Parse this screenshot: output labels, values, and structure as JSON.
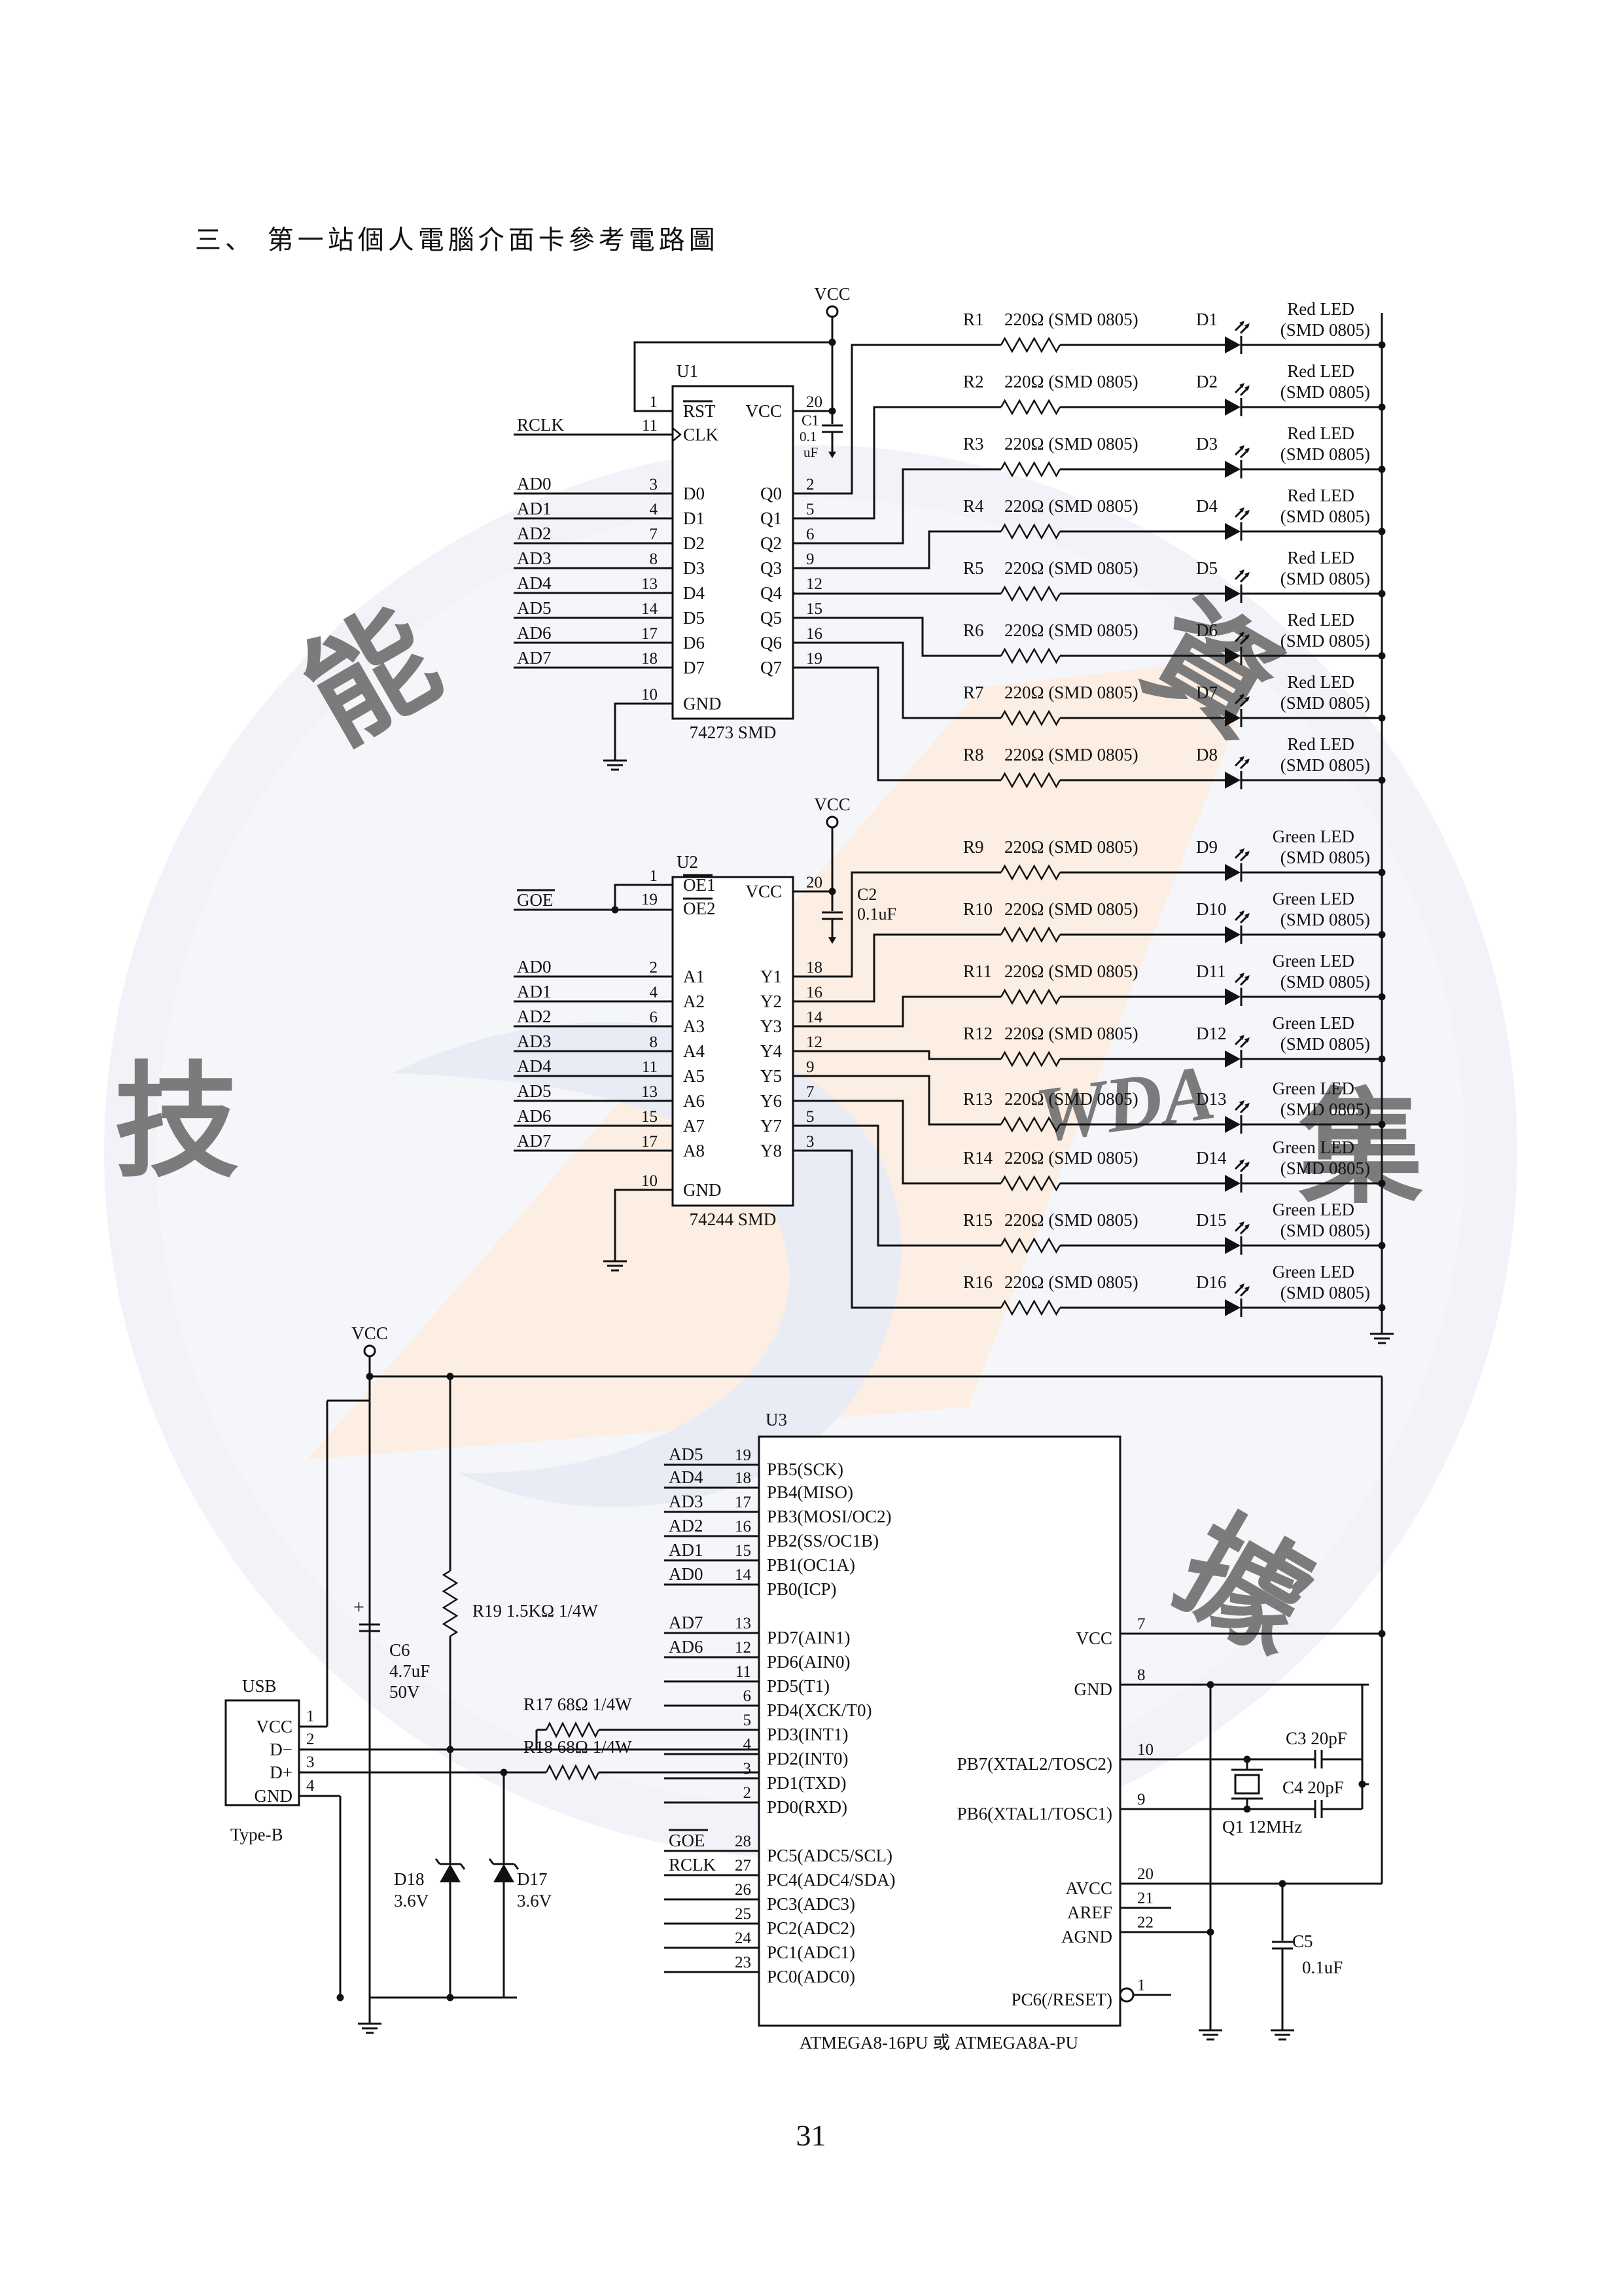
{
  "heading": "三、 第一站個人電腦介面卡參考電路圖",
  "page_number": "31",
  "watermark": {
    "logo_text": "WDA",
    "chars": [
      "能",
      "技",
      "資",
      "集",
      "據"
    ]
  },
  "power": {
    "vcc": "VCC"
  },
  "u1": {
    "ref": "U1",
    "part": "74273 SMD",
    "left_pins": [
      {
        "num": "1",
        "name": "RST"
      },
      {
        "num": "11",
        "name": "CLK"
      },
      {
        "num": "3",
        "name": "D0"
      },
      {
        "num": "4",
        "name": "D1"
      },
      {
        "num": "7",
        "name": "D2"
      },
      {
        "num": "8",
        "name": "D3"
      },
      {
        "num": "13",
        "name": "D4"
      },
      {
        "num": "14",
        "name": "D5"
      },
      {
        "num": "17",
        "name": "D6"
      },
      {
        "num": "18",
        "name": "D7"
      },
      {
        "num": "10",
        "name": "GND"
      }
    ],
    "right_pins": [
      {
        "num": "20",
        "name": "VCC"
      },
      {
        "num": "2",
        "name": "Q0"
      },
      {
        "num": "5",
        "name": "Q1"
      },
      {
        "num": "6",
        "name": "Q2"
      },
      {
        "num": "9",
        "name": "Q3"
      },
      {
        "num": "12",
        "name": "Q4"
      },
      {
        "num": "15",
        "name": "Q5"
      },
      {
        "num": "16",
        "name": "Q6"
      },
      {
        "num": "19",
        "name": "Q7"
      }
    ],
    "inputs": [
      "RCLK",
      "AD0",
      "AD1",
      "AD2",
      "AD3",
      "AD4",
      "AD5",
      "AD6",
      "AD7"
    ],
    "cap": {
      "ref": "C1",
      "lines": [
        "0.1",
        "uF"
      ]
    }
  },
  "u2": {
    "ref": "U2",
    "part": "74244 SMD",
    "left_pins": [
      {
        "num": "1",
        "name": "OE1"
      },
      {
        "num": "19",
        "name": "OE2"
      },
      {
        "num": "2",
        "name": "A1"
      },
      {
        "num": "4",
        "name": "A2"
      },
      {
        "num": "6",
        "name": "A3"
      },
      {
        "num": "8",
        "name": "A4"
      },
      {
        "num": "11",
        "name": "A5"
      },
      {
        "num": "13",
        "name": "A6"
      },
      {
        "num": "15",
        "name": "A7"
      },
      {
        "num": "17",
        "name": "A8"
      },
      {
        "num": "10",
        "name": "GND"
      }
    ],
    "right_pins": [
      {
        "num": "20",
        "name": "VCC"
      },
      {
        "num": "18",
        "name": "Y1"
      },
      {
        "num": "16",
        "name": "Y2"
      },
      {
        "num": "14",
        "name": "Y3"
      },
      {
        "num": "12",
        "name": "Y4"
      },
      {
        "num": "9",
        "name": "Y5"
      },
      {
        "num": "7",
        "name": "Y6"
      },
      {
        "num": "5",
        "name": "Y7"
      },
      {
        "num": "3",
        "name": "Y8"
      }
    ],
    "inputs": [
      "GOE",
      "AD0",
      "AD1",
      "AD2",
      "AD3",
      "AD4",
      "AD5",
      "AD6",
      "AD7"
    ],
    "cap": {
      "ref": "C2",
      "value": "0.1uF"
    }
  },
  "leds": [
    {
      "r": "R1",
      "rv": "220Ω (SMD 0805)",
      "d": "D1",
      "color": "Red LED",
      "pkg": "(SMD 0805)"
    },
    {
      "r": "R2",
      "rv": "220Ω (SMD 0805)",
      "d": "D2",
      "color": "Red LED",
      "pkg": "(SMD 0805)"
    },
    {
      "r": "R3",
      "rv": "220Ω (SMD 0805)",
      "d": "D3",
      "color": "Red LED",
      "pkg": "(SMD 0805)"
    },
    {
      "r": "R4",
      "rv": "220Ω (SMD 0805)",
      "d": "D4",
      "color": "Red LED",
      "pkg": "(SMD 0805)"
    },
    {
      "r": "R5",
      "rv": "220Ω (SMD 0805)",
      "d": "D5",
      "color": "Red LED",
      "pkg": "(SMD 0805)"
    },
    {
      "r": "R6",
      "rv": "220Ω (SMD 0805)",
      "d": "D6",
      "color": "Red LED",
      "pkg": "(SMD 0805)"
    },
    {
      "r": "R7",
      "rv": "220Ω (SMD 0805)",
      "d": "D7",
      "color": "Red LED",
      "pkg": "(SMD 0805)"
    },
    {
      "r": "R8",
      "rv": "220Ω (SMD 0805)",
      "d": "D8",
      "color": "Red LED",
      "pkg": "(SMD 0805)"
    },
    {
      "r": "R9",
      "rv": "220Ω (SMD 0805)",
      "d": "D9",
      "color": "Green LED",
      "pkg": "(SMD 0805)"
    },
    {
      "r": "R10",
      "rv": "220Ω (SMD 0805)",
      "d": "D10",
      "color": "Green LED",
      "pkg": "(SMD 0805)"
    },
    {
      "r": "R11",
      "rv": "220Ω (SMD 0805)",
      "d": "D11",
      "color": "Green LED",
      "pkg": "(SMD 0805)"
    },
    {
      "r": "R12",
      "rv": "220Ω (SMD 0805)",
      "d": "D12",
      "color": "Green LED",
      "pkg": "(SMD 0805)"
    },
    {
      "r": "R13",
      "rv": "220Ω (SMD 0805)",
      "d": "D13",
      "color": "Green LED",
      "pkg": "(SMD 0805)"
    },
    {
      "r": "R14",
      "rv": "220Ω (SMD 0805)",
      "d": "D14",
      "color": "Green LED",
      "pkg": "(SMD 0805)"
    },
    {
      "r": "R15",
      "rv": "220Ω (SMD 0805)",
      "d": "D15",
      "color": "Green LED",
      "pkg": "(SMD 0805)"
    },
    {
      "r": "R16",
      "rv": "220Ω (SMD 0805)",
      "d": "D16",
      "color": "Green LED",
      "pkg": "(SMD 0805)"
    }
  ],
  "u3": {
    "ref": "U3",
    "part": "ATMEGA8-16PU 或 ATMEGA8A-PU",
    "left_pins": [
      {
        "num": "19",
        "name": "PB5(SCK)",
        "net": "AD5"
      },
      {
        "num": "18",
        "name": "PB4(MISO)",
        "net": "AD4"
      },
      {
        "num": "17",
        "name": "PB3(MOSI/OC2)",
        "net": "AD3"
      },
      {
        "num": "16",
        "name": "PB2(SS/OC1B)",
        "net": "AD2"
      },
      {
        "num": "15",
        "name": "PB1(OC1A)",
        "net": "AD1"
      },
      {
        "num": "14",
        "name": "PB0(ICP)",
        "net": "AD0"
      },
      {
        "num": "13",
        "name": "PD7(AIN1)",
        "net": "AD7"
      },
      {
        "num": "12",
        "name": "PD6(AIN0)",
        "net": "AD6"
      },
      {
        "num": "11",
        "name": "PD5(T1)",
        "net": ""
      },
      {
        "num": "6",
        "name": "PD4(XCK/T0)",
        "net": ""
      },
      {
        "num": "5",
        "name": "PD3(INT1)",
        "net": ""
      },
      {
        "num": "4",
        "name": "PD2(INT0)",
        "net": ""
      },
      {
        "num": "3",
        "name": "PD1(TXD)",
        "net": ""
      },
      {
        "num": "2",
        "name": "PD0(RXD)",
        "net": ""
      },
      {
        "num": "28",
        "name": "PC5(ADC5/SCL)",
        "net": "GOE"
      },
      {
        "num": "27",
        "name": "PC4(ADC4/SDA)",
        "net": "RCLK"
      },
      {
        "num": "26",
        "name": "PC3(ADC3)",
        "net": ""
      },
      {
        "num": "25",
        "name": "PC2(ADC2)",
        "net": ""
      },
      {
        "num": "24",
        "name": "PC1(ADC1)",
        "net": ""
      },
      {
        "num": "23",
        "name": "PC0(ADC0)",
        "net": ""
      }
    ],
    "right_pins": [
      {
        "num": "7",
        "name": "VCC"
      },
      {
        "num": "8",
        "name": "GND"
      },
      {
        "num": "10",
        "name": "PB7(XTAL2/TOSC2)"
      },
      {
        "num": "9",
        "name": "PB6(XTAL1/TOSC1)"
      },
      {
        "num": "20",
        "name": "AVCC"
      },
      {
        "num": "21",
        "name": "AREF"
      },
      {
        "num": "22",
        "name": "AGND"
      },
      {
        "num": "1",
        "name": "PC6(/RESET)"
      }
    ]
  },
  "usb": {
    "title": "USB",
    "type": "Type-B",
    "pins": [
      {
        "num": "1",
        "name": "VCC"
      },
      {
        "num": "2",
        "name": "D−"
      },
      {
        "num": "3",
        "name": "D+"
      },
      {
        "num": "4",
        "name": "GND"
      }
    ]
  },
  "passives": {
    "r19": "R19  1.5KΩ 1/4W",
    "r17": "R17  68Ω 1/4W",
    "r18": "R18  68Ω 1/4W",
    "c6": [
      "C6",
      "4.7uF",
      "50V"
    ],
    "c6_plus": "+",
    "d18": [
      "D18",
      "3.6V"
    ],
    "d17": [
      "D17",
      "3.6V"
    ],
    "c3": "C3  20pF",
    "c4": "C4  20pF",
    "q1": "Q1  12MHz",
    "c5": [
      "C5",
      "0.1uF"
    ]
  }
}
